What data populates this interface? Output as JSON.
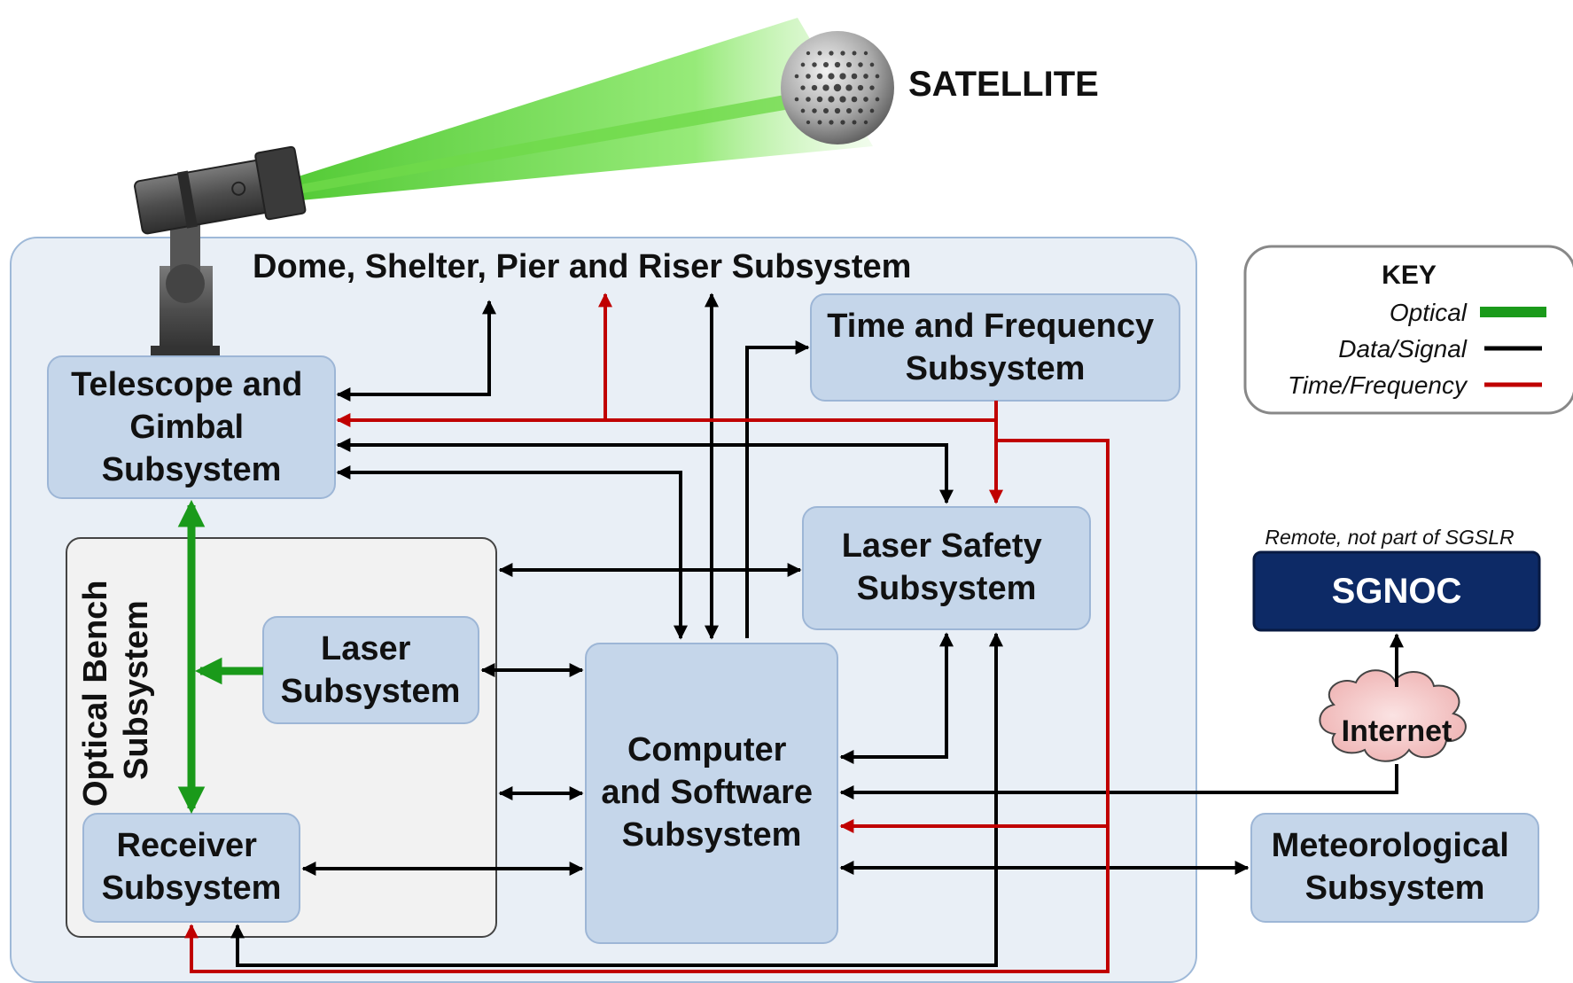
{
  "satellite_label": "SATELLITE",
  "dome_label": "Dome, Shelter, Pier and Riser Subsystem",
  "telescope": [
    "Telescope and",
    "Gimbal",
    "Subsystem"
  ],
  "time_freq": [
    "Time and Frequency",
    "Subsystem"
  ],
  "laser_safety": [
    "Laser Safety",
    "Subsystem"
  ],
  "optical_bench": [
    "Optical Bench",
    "Subsystem"
  ],
  "laser": [
    "Laser",
    "Subsystem"
  ],
  "computer": [
    "Computer",
    "and Software",
    "Subsystem"
  ],
  "receiver": [
    "Receiver",
    "Subsystem"
  ],
  "meteorological": [
    "Meteorological",
    "Subsystem"
  ],
  "remote_note": "Remote, not part of SGSLR",
  "sgnoc": "SGNOC",
  "internet": "Internet",
  "key": {
    "title": "KEY",
    "items": [
      {
        "label": "Optical",
        "color": "#1a9a1a"
      },
      {
        "label": "Data/Signal",
        "color": "#000000"
      },
      {
        "label": "Time/Frequency",
        "color": "#c00000"
      }
    ]
  },
  "colors": {
    "optical": "#1a9a1a",
    "data": "#000000",
    "time": "#c00000",
    "box_fill": "#c5d6ea",
    "box_stroke": "#9db6d6",
    "outer_fill": "#e9eff6",
    "sgnoc_fill": "#0d2a66",
    "beam": "#4ccf2a",
    "cloud_fill": "#f5c9c9"
  }
}
